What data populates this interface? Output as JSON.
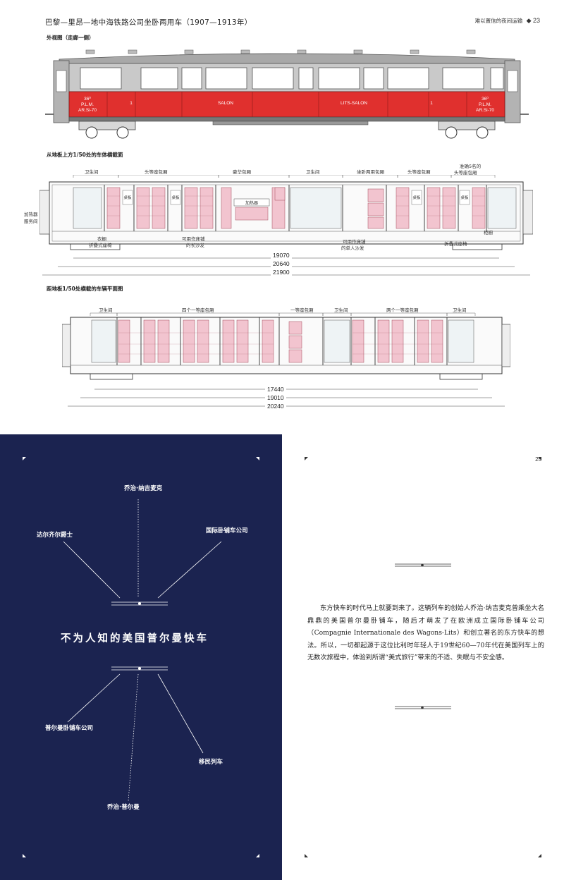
{
  "header": {
    "title": "巴黎—里昂—地中海铁路公司坐卧两用车（1907—1913年）",
    "running_head": "难以置信的夜间运输",
    "page_number": "23"
  },
  "section_exterior": {
    "caption": "外视图（走廊一侧）",
    "car_labels": {
      "left_class": "36⁰",
      "left_line1": "P.L.M.",
      "left_line2": "AR.Si-70",
      "zone1": "1",
      "salon": "SALON",
      "lits_salon": "LITS-SALON",
      "zone2": "1",
      "right_class": "36⁰",
      "right_line1": "P.L.M.",
      "right_line2": "AR.Si-70"
    }
  },
  "section_section_view": {
    "caption": "从地板上方1/50处的车体横截面",
    "labels": {
      "toilet_left": "卫生间",
      "first_class_left": "头等座包厢",
      "luxury": "豪华包厢",
      "toilet_mid": "卫生间",
      "sleeper": "坐卧两用包厢",
      "first_class_right": "头等座包厢",
      "five_seat_line1": "准确5名的",
      "five_seat_line2": "头等座包厢",
      "heater": "加热器",
      "service": "服务间",
      "wardrobe": "衣橱",
      "folding_seat_left": "折叠式座椅",
      "heater_box": "加热器",
      "sofa_line1": "可用作床铺",
      "sofa_line2": "的长沙发",
      "single_sofa_line1": "可用作床铺",
      "single_sofa_line2": "的单人沙发",
      "cabinet": "柜橱",
      "folding_seat_right": "折叠式座椅",
      "tag_a": "桌板",
      "tag_b": "桌板",
      "tag_c": "桌板",
      "tag_d": "桌板"
    },
    "dimensions": [
      "19070",
      "20640",
      "21900"
    ]
  },
  "section_plan_view": {
    "caption": "距地板1/50处横截的车辆平面图",
    "labels": {
      "toilet_left": "卫生间",
      "four_second": "四个一等座包厢",
      "first_class": "一等座包厢",
      "toilet_mid": "卫生间",
      "two_second": "两个一等座包厢",
      "toilet_right": "卫生间"
    },
    "dimensions": [
      "17440",
      "19010",
      "20240"
    ]
  },
  "poster": {
    "title": "不为人知的美国普尔曼快车",
    "names_top": [
      "乔治·纳吉麦克",
      "达尔齐尔爵士",
      "国际卧铺车公司"
    ],
    "names_bottom": [
      "普尔曼卧铺车公司",
      "移民列车",
      "乔治·普尔曼"
    ]
  },
  "article": {
    "page_number": "25",
    "paragraph": "东方快车的时代马上就要到来了。这辆列车的创始人乔治·纳吉麦克曾乘坐大名鼎鼎的美国普尔曼卧铺车，随后才萌发了在欧洲成立国际卧铺车公司（Compagnie Internationale des Wagons-Lits）和创立著名的东方快车的想法。所以，一切都起源于这位比利时年轻人于19世纪60—70年代在美国列车上的无数次旅程中，体验到所谓“美式旅行”带来的不适、失眠与不安全感。"
  },
  "colors": {
    "car_red": "#e0302e",
    "car_grey": "#9a9a9a",
    "seat_pink": "#f2c4cf",
    "poster_navy": "#1b2350"
  }
}
